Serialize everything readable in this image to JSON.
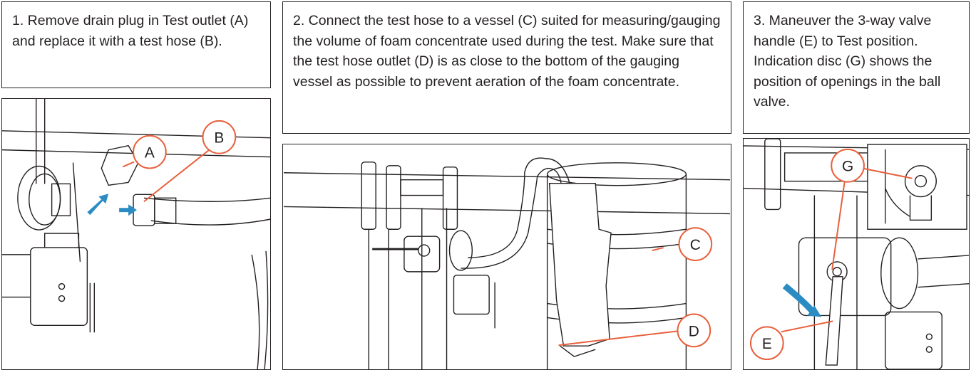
{
  "steps": [
    {
      "text": "1. Remove drain plug in Test outlet (A) and replace it with a test hose (B).",
      "callouts": [
        "A",
        "B"
      ]
    },
    {
      "text": "2. Connect the test hose to a vessel (C) suited for measuring/gauging the volume of foam concentrate used during the test. Make sure that the test hose outlet (D) is as close to the bottom of the gauging vessel as possible to prevent aeration of the foam concentrate.",
      "callouts": [
        "C",
        "D"
      ]
    },
    {
      "text": "3. Maneuver the 3-way valve handle (E) to Test position. Indication disc (G) shows the position of openings in the ball valve.",
      "callouts": [
        "G",
        "E"
      ]
    }
  ],
  "colors": {
    "callout": "#e8603c",
    "arrow": "#2b8cc4",
    "line": "#231f20"
  }
}
